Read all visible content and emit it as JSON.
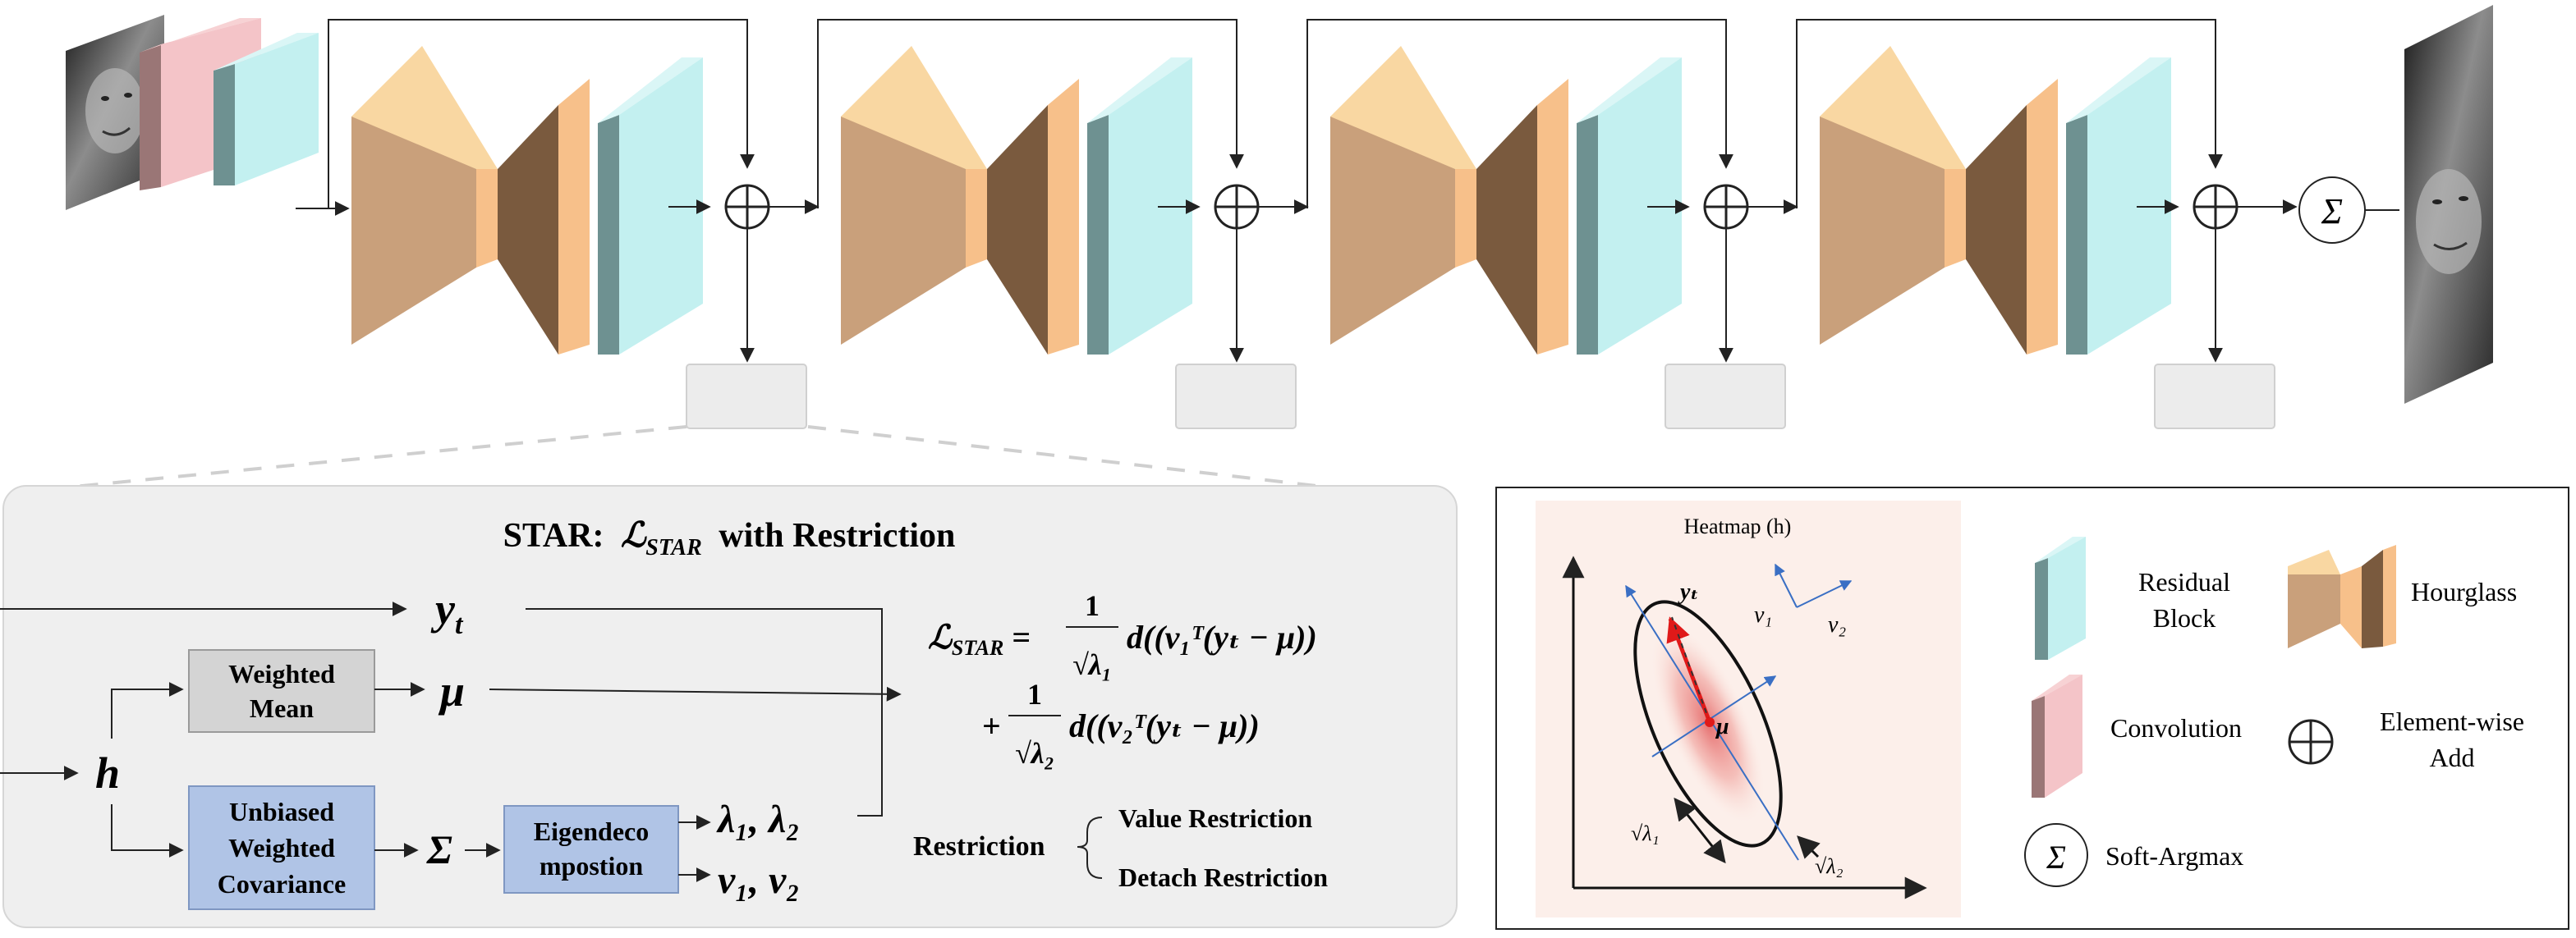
{
  "pipeline": {
    "stage_count": 4,
    "sum_symbol": "Σ",
    "plus_symbol": "⊕"
  },
  "star_panel": {
    "title_prefix": "STAR:",
    "title_loss": "ℒ",
    "title_loss_sub": "STAR",
    "title_suffix": "with Restriction",
    "input_h": "h",
    "y_t": "y",
    "y_t_sub": "t",
    "mu": "μ",
    "sigma": "Σ",
    "weighted_mean": [
      "Weighted",
      "Mean"
    ],
    "unbiased_cov": [
      "Unbiased",
      "Weighted",
      "Covariance"
    ],
    "eigen": [
      "Eigendeco",
      "mpostion"
    ],
    "lambdas": "λ₁, λ₂",
    "vs": "v₁, v₂",
    "restriction_label": "Restriction",
    "restriction_items": [
      "Value Restriction",
      "Detach Restriction"
    ],
    "formula": {
      "lhs": "ℒ",
      "lhs_sub": "STAR",
      "line1_rest": "d((v₁ᵀ(yₜ − μ))",
      "line2_rest": "d((v₂ᵀ(yₜ − μ))",
      "frac1_num": "1",
      "frac1_den": "√λ₁",
      "frac2_num": "1",
      "frac2_den": "√λ₂"
    }
  },
  "legend": {
    "heatmap_title": "Heatmap (h)",
    "yt_label": "yₜ",
    "mu_label": "μ",
    "v1_label": "v₁",
    "v2_label": "v₂",
    "sqrt_l1": "√λ₁",
    "sqrt_l2": "√λ₂",
    "residual_block": [
      "Residual",
      "Block"
    ],
    "hourglass": "Hourglass",
    "convolution": "Convolution",
    "element_wise_add": [
      "Element-wise",
      "Add"
    ],
    "soft_argmax": "Soft-Argmax",
    "colors": {
      "residual_front": "#c3f0f0",
      "residual_side": "#6e9191",
      "hourglass_light": "#f9d7a2",
      "hourglass_mid": "#c9a07b",
      "hourglass_dark": "#7a5a3e",
      "conv_front": "#f4c4c8",
      "conv_side": "#9a7676",
      "blue_box": "#b0c4e6",
      "gray_box": "#d4d4d4"
    }
  }
}
